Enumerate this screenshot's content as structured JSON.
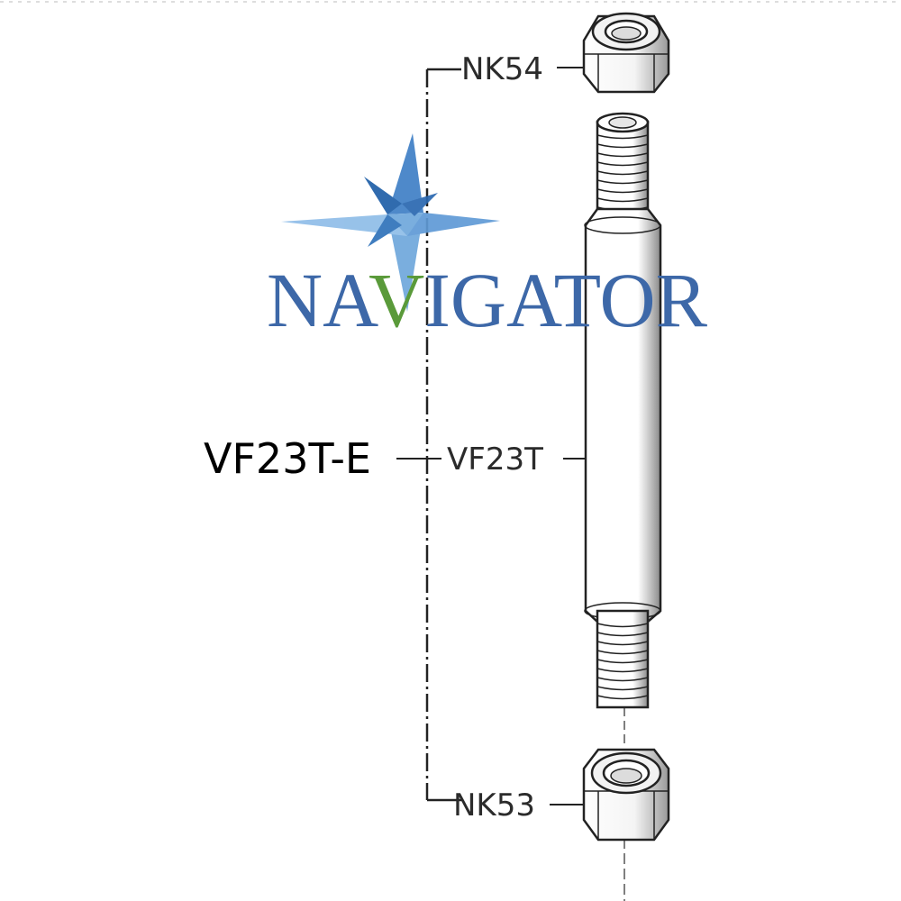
{
  "logo": {
    "text_before": "NA",
    "text_accent": "V",
    "text_after": "IGATOR",
    "brand_color": "#3d68a8",
    "accent_color": "#5a9a3a",
    "icon": "compass-star-icon"
  },
  "assembly": {
    "label": "VF23T-E"
  },
  "parts": [
    {
      "id": "NK54",
      "label": "NK54",
      "kind": "nut"
    },
    {
      "id": "VF23T",
      "label": "VF23T",
      "kind": "threaded-rod"
    },
    {
      "id": "NK53",
      "label": "NK53",
      "kind": "nut"
    }
  ],
  "colors": {
    "line": "#222222",
    "text": "#2b2b2b"
  }
}
